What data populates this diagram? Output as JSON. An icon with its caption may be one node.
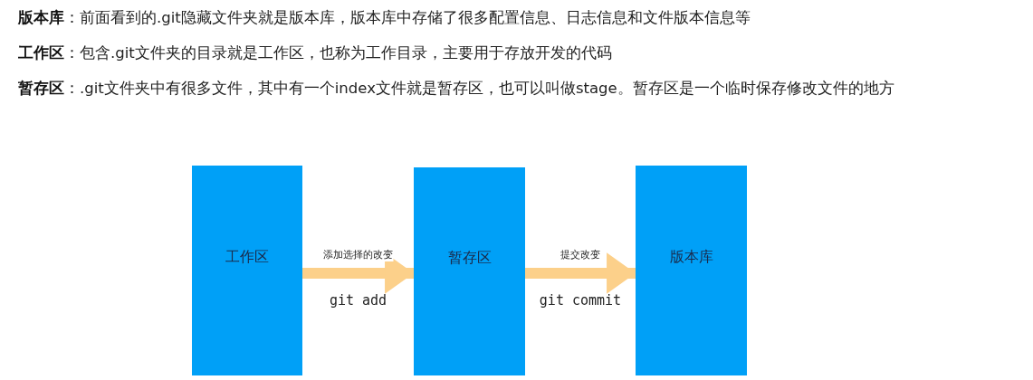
{
  "diagram": {
    "nodes": [
      {
        "text": [
          "工作区"
        ]
      },
      {
        "text": [
          "暂存区"
        ]
      },
      {
        "text": [
          "版本库"
        ]
      }
    ],
    "edges": [
      {
        "from": 0,
        "to": 1,
        "arrow": "to",
        "label": "添加选择的改变"
      },
      {
        "from": 1,
        "to": 2,
        "arrow": "to",
        "label": "提交改变"
      }
    ],
    "labels": [
      "**版本库**：前面看到的.git隐藏文件夹就是版本库，版本库中存储了很多配置信息、日志信息和文件版本信息等",
      "**工作区**：包含.git文件夹的目录就是工作区，也称为工作目录，主要用于存放开发的代码",
      "**暂存区**：.git文件夹中有很多文件，其中有一个index文件就是暂存区，也可以叫做stage。暂存区是一个临时保存修改文件的地方",
      "git add",
      "git commit"
    ]
  }
}
